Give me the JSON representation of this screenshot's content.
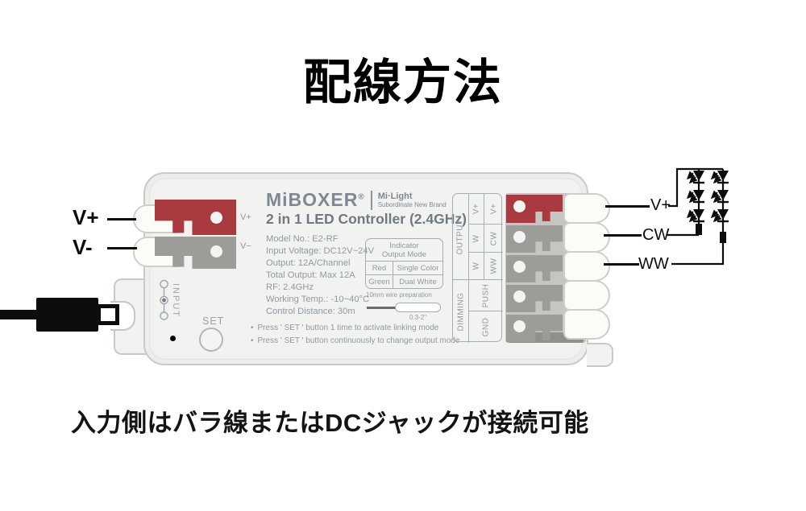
{
  "page": {
    "title": "配線方法",
    "caption": "入力側はバラ線またはDCジャックが接続可能"
  },
  "device": {
    "brand": "MiBOXER",
    "brand_reg": "®",
    "brand_tagline_top": "Mi·Light",
    "brand_tagline_bottom": "Subordinate New Brand",
    "product_name": "2 in 1 LED Controller (2.4GHz)",
    "specs": [
      "Model No.: E2-RF",
      "Input Voltage: DC12V~24V",
      "Output: 12A/Channel",
      "Total Output: Max 12A",
      "RF: 2.4GHz",
      "Working Temp.: -10~40°C",
      "Control Distance: 30m"
    ],
    "indicator_table": {
      "header_line1": "Indicator",
      "header_line2": "Output Mode",
      "rows": [
        {
          "indicator": "Red",
          "mode": "Single Color"
        },
        {
          "indicator": "Green",
          "mode": "Dual White"
        }
      ]
    },
    "wire_prep": {
      "label": "10mm wire preparation",
      "range": "0.3-2\""
    },
    "notes": [
      "Press ' SET ' button 1 time to activate linking mode",
      "Press ' SET ' button continuously to change output mode"
    ],
    "set_button_label": "SET",
    "input_port_label": "INPUT",
    "input_terminal_labels": {
      "vplus": "V+",
      "vminus": "V−"
    },
    "output_panel": {
      "group_output": "OUTPUT",
      "group_dimming": "DIMMING",
      "output_rows": [
        [
          "V+",
          "V+"
        ],
        [
          "W",
          "CW"
        ],
        [
          "W",
          "WW"
        ]
      ],
      "dimming_rows": [
        "PUSH",
        "GND"
      ]
    }
  },
  "wiring": {
    "input_labels": {
      "vplus": "V+",
      "vminus": "V-"
    },
    "output_labels": {
      "vplus": "V+",
      "cw": "CW",
      "ww": "WW"
    },
    "led_strings": [
      {
        "connects": "CW",
        "leds": 3,
        "resistor": true
      },
      {
        "connects": "WW",
        "leds": 3,
        "resistor": true
      }
    ]
  },
  "colors": {
    "lever_red": "#a93a3f",
    "lever_gray": "#9c9c99",
    "device_body": "#f2f3f0",
    "print_text": "#8e99a3",
    "wire_black": "#0d0d0d"
  }
}
